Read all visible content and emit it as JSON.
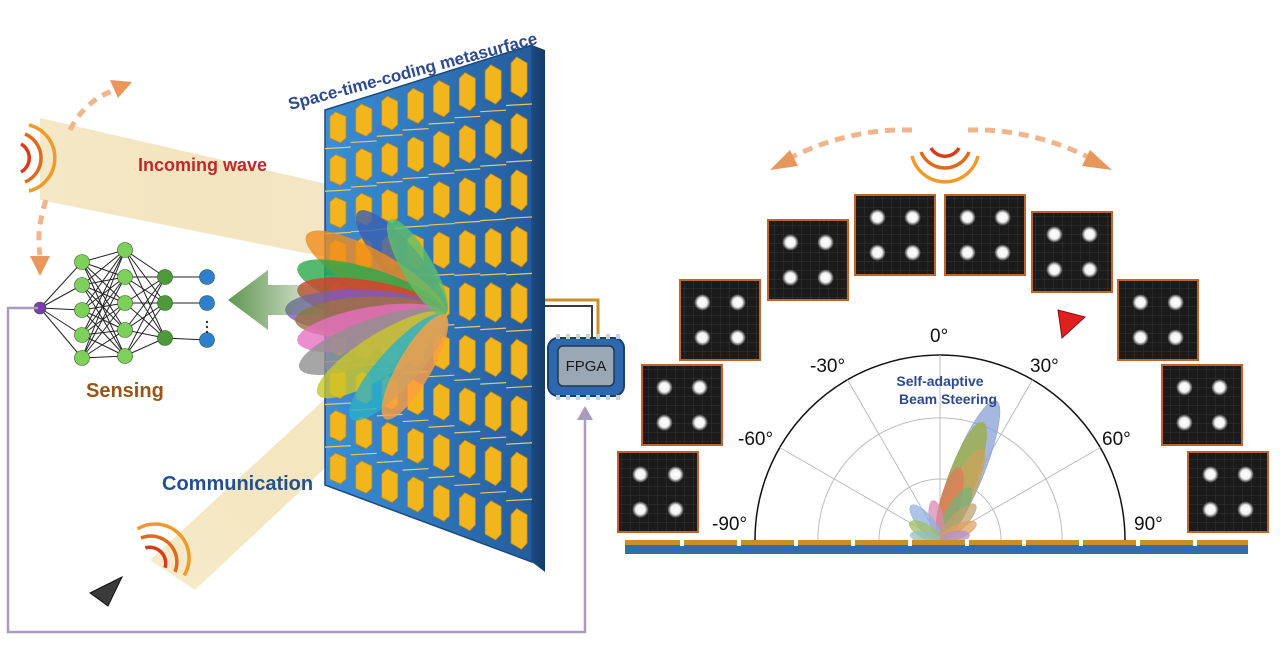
{
  "labels": {
    "metasurface": "Space-time-coding metasurface",
    "incoming": "Incoming wave",
    "sensing": "Sensing",
    "communication": "Communication",
    "fpga": "FPGA",
    "steering_line1": "Self-adaptive",
    "steering_line2": "Beam Steering"
  },
  "polar_ticks": [
    "-90°",
    "-60°",
    "-30°",
    "0°",
    "30°",
    "60°",
    "90°"
  ],
  "colors": {
    "title_blue": "#2c4a8c",
    "incoming_red": "#c0282d",
    "sensing_brown": "#9a5418",
    "communication_blue": "#25508f",
    "panel_blue": "#2b6cb0",
    "patch_gold": "#f2b51c",
    "neuron_green": "#6cbf4a",
    "neuron_blue": "#2f7fd0",
    "marker_red": "#e02020",
    "arrow_orange": "#e8965a",
    "wire_purple": "#9d8fb5"
  },
  "icons": [
    "antenna-wave-icon",
    "neural-network-icon",
    "fpga-chip-icon",
    "user-terminal-icon"
  ]
}
